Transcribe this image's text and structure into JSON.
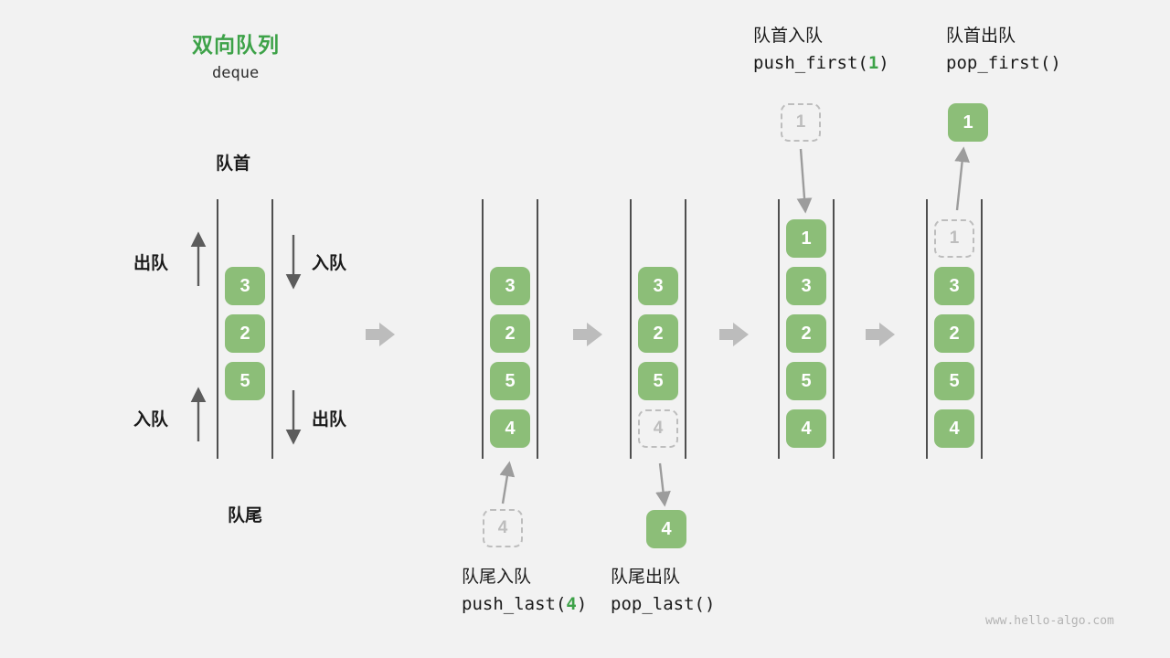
{
  "colors": {
    "background": "#f2f2f2",
    "title_green": "#3da248",
    "box_green": "#8cbe78",
    "ghost_gray": "#bdbdbd",
    "arrow_dark": "#5c5c5c",
    "arrow_light": "#9c9c9c",
    "block_arrow": "#bcbcbc",
    "wall": "#4f4f4f",
    "text": "#1a1a1a",
    "watermark": "#b3b3b3"
  },
  "header": {
    "title": "双向队列",
    "subtitle": "deque"
  },
  "base_queue": {
    "front_label": "队首",
    "rear_label": "队尾",
    "arrows": {
      "top_left": "出队",
      "top_right": "入队",
      "bottom_left": "入队",
      "bottom_right": "出队"
    }
  },
  "queues": {
    "q1": {
      "items": [
        "3",
        "2",
        "5"
      ]
    },
    "q2": {
      "items": [
        "3",
        "2",
        "5",
        "4"
      ],
      "incoming": "4"
    },
    "q3": {
      "items": [
        "3",
        "2",
        "5"
      ],
      "ghost": "4",
      "outgoing": "4"
    },
    "q4": {
      "items": [
        "1",
        "3",
        "2",
        "5",
        "4"
      ],
      "incoming": "1"
    },
    "q5": {
      "ghost": "1",
      "items": [
        "3",
        "2",
        "5",
        "4"
      ],
      "outgoing": "1"
    }
  },
  "operations": {
    "push_last": {
      "title": "队尾入队",
      "code_pre": "push_last(",
      "code_arg": "4",
      "code_post": ")"
    },
    "pop_last": {
      "title": "队尾出队",
      "code": "pop_last()"
    },
    "push_first": {
      "title": "队首入队",
      "code_pre": "push_first(",
      "code_arg": "1",
      "code_post": ")"
    },
    "pop_first": {
      "title": "队首出队",
      "code": "pop_first()"
    }
  },
  "watermark": "www.hello-algo.com"
}
